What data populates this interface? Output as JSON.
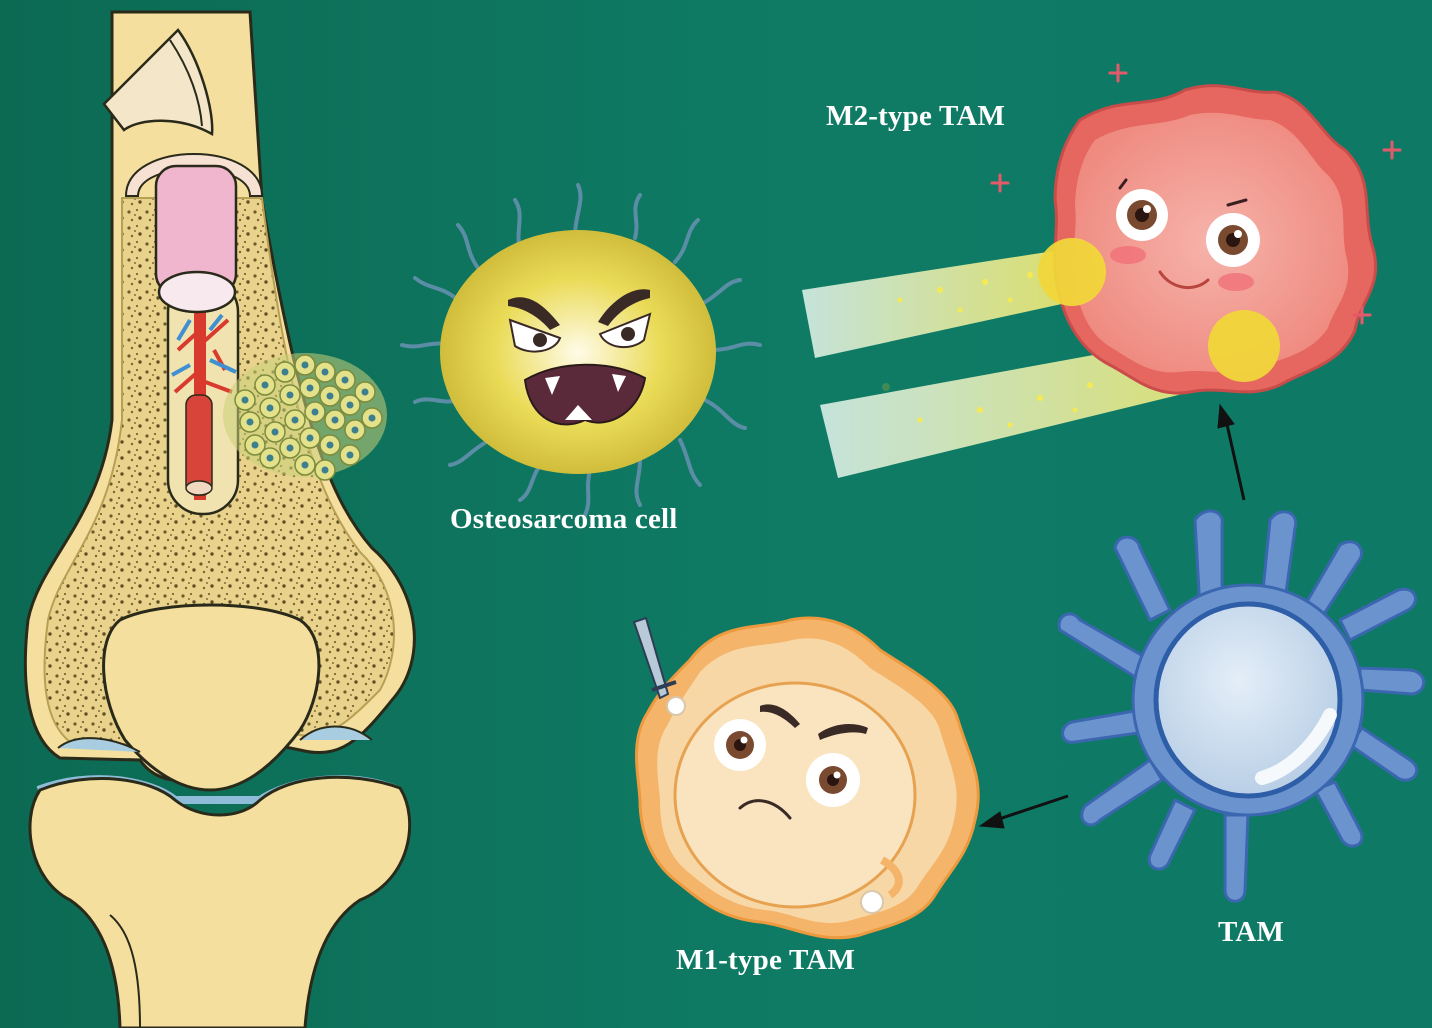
{
  "labels": {
    "m2": "M2-type TAM",
    "osteosarcoma": "Osteosarcoma cell",
    "m1": "M1-type TAM",
    "tam": "TAM"
  },
  "colors": {
    "background": "#0f7b65",
    "bone": "#f4df9e",
    "bone_outline": "#2a2a1a",
    "marrow": "#e8d48f",
    "tumor_cell": "#e6d34a",
    "m2_cell": "#f2867e",
    "m1_cell": "#f7d08a",
    "tam_cell": "#6b94cf",
    "beam": "#f3ea7a"
  },
  "icons": [
    "bone-joint-icon",
    "osteosarcoma-cell-icon",
    "m2-macrophage-icon",
    "m1-macrophage-icon",
    "tam-macrophage-icon",
    "arrow-icon",
    "sword-icon"
  ]
}
